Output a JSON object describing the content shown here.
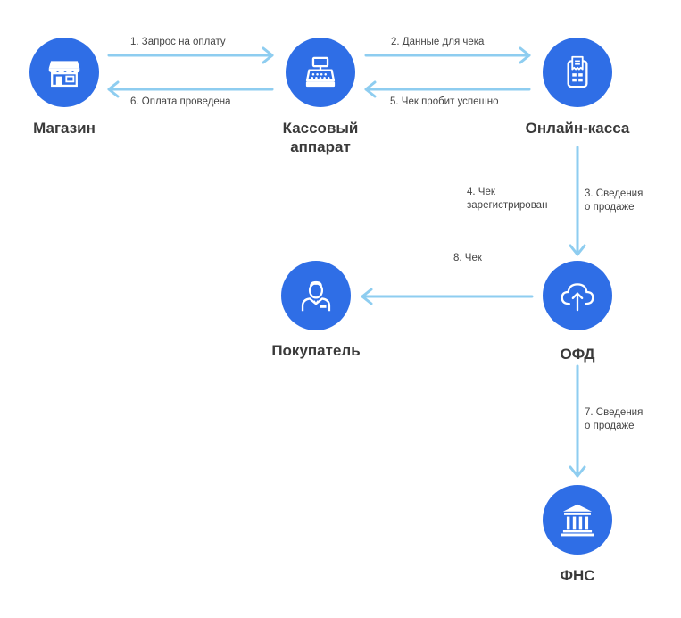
{
  "colors": {
    "node": "#2f6ee6",
    "arrow": "#8ecdf0",
    "label_text": "#3a3a3a"
  },
  "nodes": {
    "shop": {
      "label": "Магазин",
      "icon": "storefront-icon"
    },
    "register": {
      "label": "Кассовый\nаппарат",
      "icon": "cash-register-icon"
    },
    "online_register": {
      "label": "Онлайн-касса",
      "icon": "receipt-terminal-icon"
    },
    "buyer": {
      "label": "Покупатель",
      "icon": "person-icon"
    },
    "ofd": {
      "label": "ОФД",
      "icon": "cloud-upload-icon"
    },
    "fns": {
      "label": "ФНС",
      "icon": "government-building-icon"
    }
  },
  "edges": {
    "e1": "1. Запрос на оплату",
    "e2": "2. Данные для чека",
    "e3": "3. Сведения\nо продаже",
    "e4": "4. Чек\nзарегистрирован",
    "e5": "5. Чек пробит успешно",
    "e6": "6. Оплата проведена",
    "e7": "7. Сведения\nо продаже",
    "e8": "8. Чек"
  }
}
